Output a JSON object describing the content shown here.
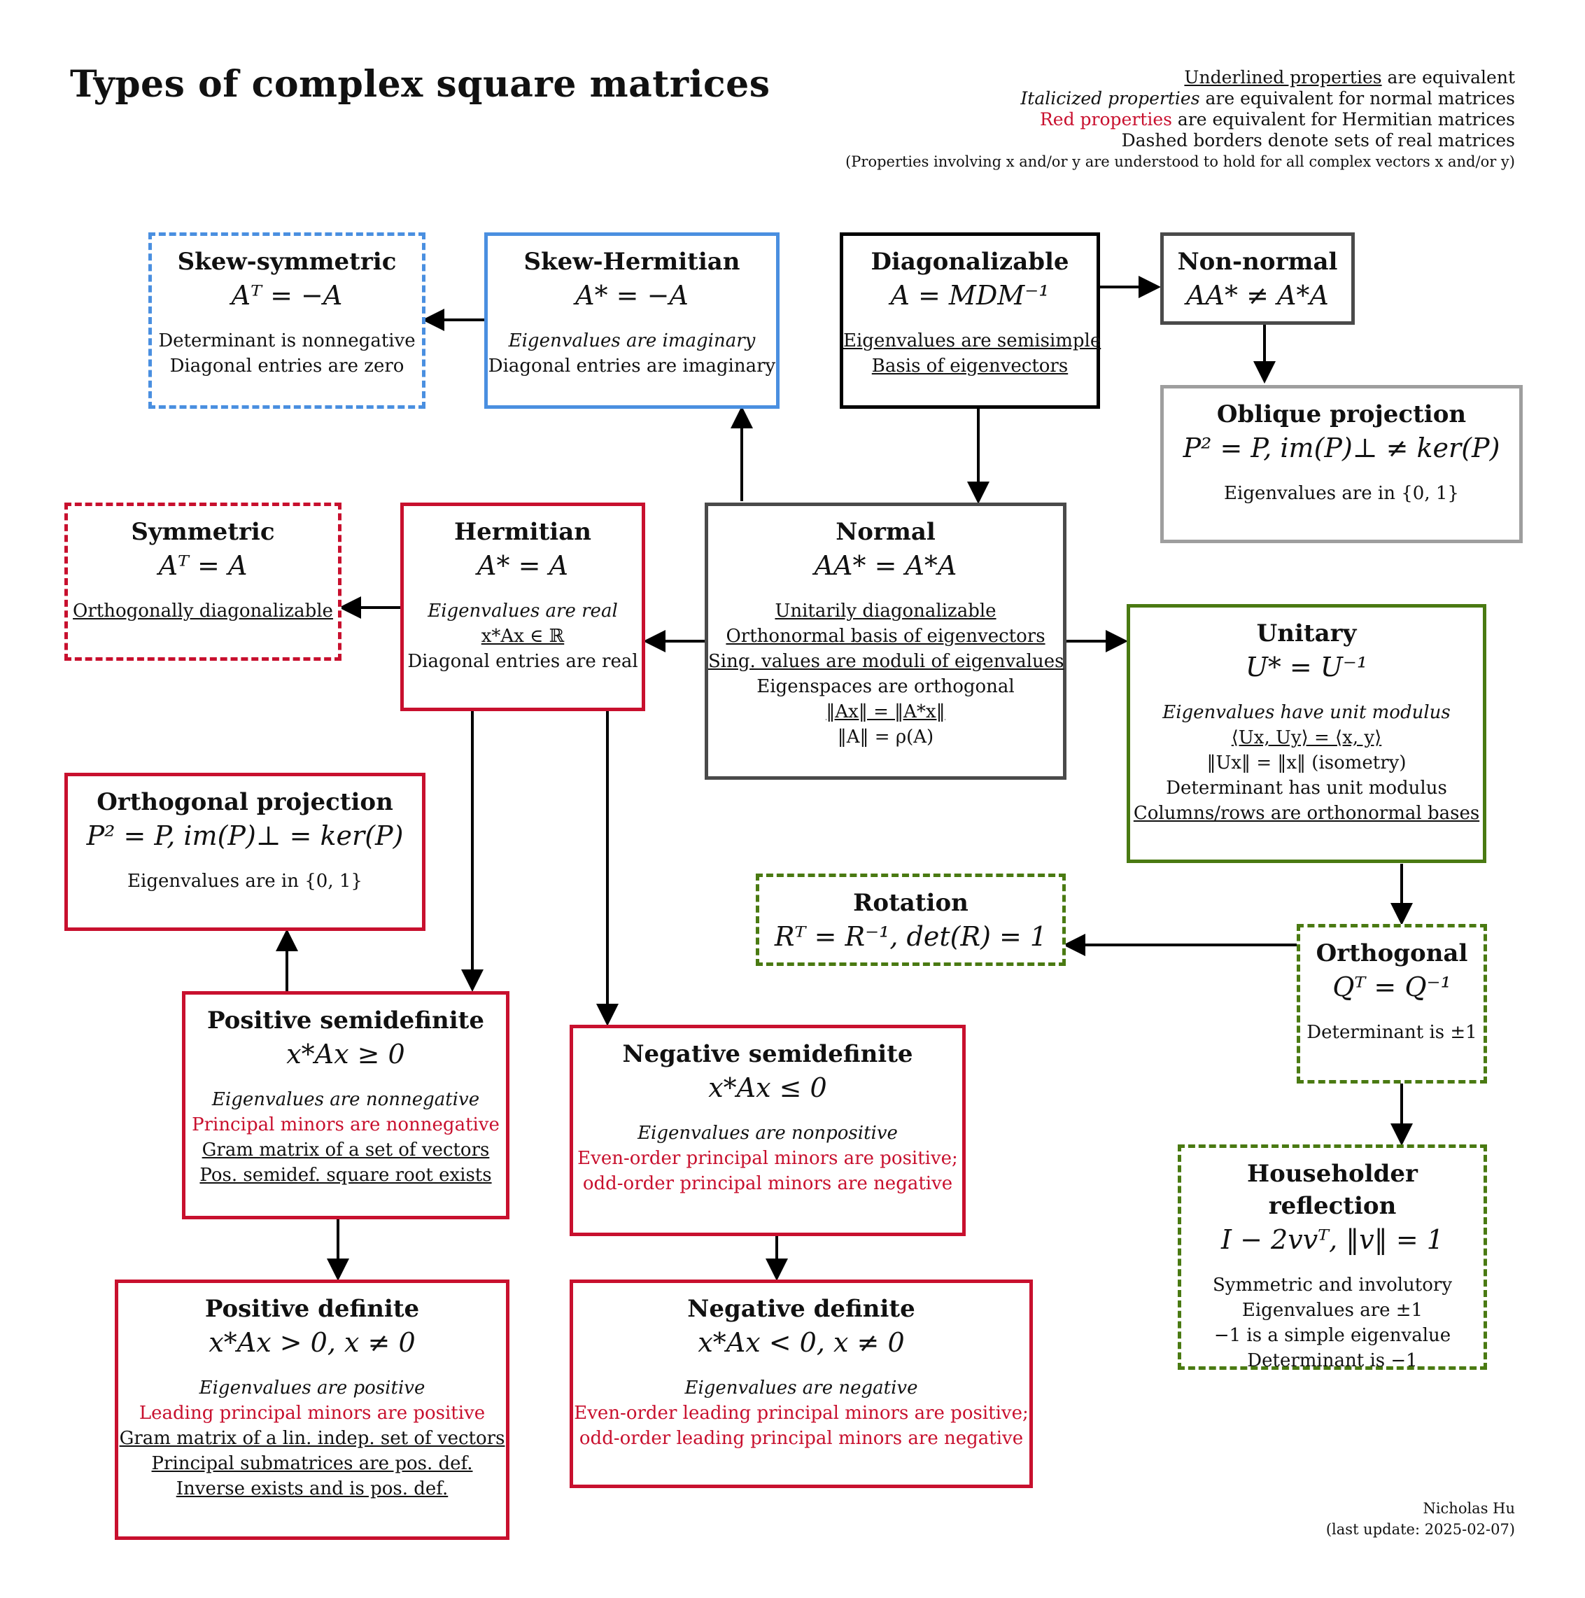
{
  "title": "Types of complex square matrices",
  "legend": {
    "underlined": [
      "Underlined properties",
      " are equivalent"
    ],
    "italic": [
      "Italicized properties",
      " are equivalent for normal matrices"
    ],
    "red": [
      "Red properties",
      " are equivalent for Hermitian matrices"
    ],
    "dashed": "Dashed borders denote sets of real matrices",
    "note": "(Properties involving x and/or y are understood to hold for all complex vectors x and/or y)"
  },
  "colors": {
    "red": "#c8102e",
    "blue": "#4a8fe0",
    "green": "#4a7a12",
    "dark_gray": "#4a4a4a",
    "light_gray": "#9e9e9e"
  },
  "boxes": {
    "skew_symmetric": {
      "title": "Skew-symmetric",
      "formula": "Aᵀ = −A",
      "props": [
        {
          "text": "Determinant is nonnegative",
          "style": "plain"
        },
        {
          "text": "Diagonal entries are zero",
          "style": "plain"
        }
      ]
    },
    "skew_hermitian": {
      "title": "Skew-Hermitian",
      "formula": "A* = −A",
      "props": [
        {
          "text": "Eigenvalues are imaginary",
          "style": "italic"
        },
        {
          "text": "Diagonal entries are imaginary",
          "style": "plain"
        }
      ]
    },
    "diagonalizable": {
      "title": "Diagonalizable",
      "formula": "A = MDM⁻¹",
      "props": [
        {
          "text": "Eigenvalues are semisimple",
          "style": "underline"
        },
        {
          "text": "Basis of eigenvectors",
          "style": "underline"
        }
      ]
    },
    "non_normal": {
      "title": "Non-normal",
      "formula": "AA* ≠ A*A",
      "props": []
    },
    "oblique_projection": {
      "title": "Oblique projection",
      "formula": "P² = P,  im(P)⊥ ≠ ker(P)",
      "props": [
        {
          "text": "Eigenvalues are in {0, 1}",
          "style": "plain"
        }
      ]
    },
    "symmetric": {
      "title": "Symmetric",
      "formula": "Aᵀ = A",
      "props": [
        {
          "text": "Orthogonally diagonalizable",
          "style": "underline"
        }
      ]
    },
    "hermitian": {
      "title": "Hermitian",
      "formula": "A* = A",
      "props": [
        {
          "text": "Eigenvalues are real",
          "style": "italic"
        },
        {
          "text": "x*Ax ∈ ℝ",
          "style": "underline"
        },
        {
          "text": "Diagonal entries are real",
          "style": "plain"
        }
      ]
    },
    "normal": {
      "title": "Normal",
      "formula": "AA* = A*A",
      "props": [
        {
          "text": "Unitarily diagonalizable",
          "style": "underline"
        },
        {
          "text": "Orthonormal basis of eigenvectors",
          "style": "underline"
        },
        {
          "text": "Sing. values are moduli of eigenvalues",
          "style": "underline"
        },
        {
          "text": "Eigenspaces are orthogonal",
          "style": "plain"
        },
        {
          "text": "‖Ax‖ = ‖A*x‖",
          "style": "underline"
        },
        {
          "text": "‖A‖ = ρ(A)",
          "style": "plain"
        }
      ]
    },
    "unitary": {
      "title": "Unitary",
      "formula": "U* = U⁻¹",
      "props": [
        {
          "text": "Eigenvalues have unit modulus",
          "style": "italic"
        },
        {
          "text": "⟨Ux, Uy⟩ = ⟨x, y⟩",
          "style": "underline"
        },
        {
          "text": "‖Ux‖ = ‖x‖ (isometry)",
          "style": "plain"
        },
        {
          "text": "Determinant has unit modulus",
          "style": "plain"
        },
        {
          "text": "Columns/rows are orthonormal bases",
          "style": "underline"
        }
      ]
    },
    "orthogonal_projection": {
      "title": "Orthogonal projection",
      "formula": "P² = P,  im(P)⊥ = ker(P)",
      "props": [
        {
          "text": "Eigenvalues are in {0, 1}",
          "style": "plain"
        }
      ]
    },
    "rotation": {
      "title": "Rotation",
      "formula": "Rᵀ = R⁻¹,  det(R) = 1",
      "props": []
    },
    "orthogonal": {
      "title": "Orthogonal",
      "formula": "Qᵀ = Q⁻¹",
      "props": [
        {
          "text": "Determinant is ±1",
          "style": "plain"
        }
      ]
    },
    "positive_semidefinite": {
      "title": "Positive semidefinite",
      "formula": "x*Ax ≥ 0",
      "props": [
        {
          "text": "Eigenvalues are nonnegative",
          "style": "italic"
        },
        {
          "text": "Principal minors are nonnegative",
          "style": "red"
        },
        {
          "text": "Gram matrix of a set of vectors",
          "style": "underline"
        },
        {
          "text": "Pos. semidef. square root exists",
          "style": "underline"
        }
      ]
    },
    "negative_semidefinite": {
      "title": "Negative semidefinite",
      "formula": "x*Ax ≤ 0",
      "props": [
        {
          "text": "Eigenvalues are nonpositive",
          "style": "italic"
        },
        {
          "text": "Even-order principal minors are positive;",
          "style": "red"
        },
        {
          "text": "odd-order principal minors are negative",
          "style": "red"
        }
      ]
    },
    "householder": {
      "title": "Householder reflection",
      "formula": "I − 2vvᵀ,  ‖v‖ = 1",
      "props": [
        {
          "text": "Symmetric and involutory",
          "style": "plain"
        },
        {
          "text": "Eigenvalues are ±1",
          "style": "plain"
        },
        {
          "text": "−1 is a simple eigenvalue",
          "style": "plain"
        },
        {
          "text": "Determinant is −1",
          "style": "plain"
        }
      ]
    },
    "positive_definite": {
      "title": "Positive definite",
      "formula": "x*Ax > 0,  x ≠ 0",
      "props": [
        {
          "text": "Eigenvalues are positive",
          "style": "italic"
        },
        {
          "text": "Leading principal minors are positive",
          "style": "red"
        },
        {
          "text": "Gram matrix of a lin. indep. set of vectors",
          "style": "underline"
        },
        {
          "text": "Principal submatrices are pos. def.",
          "style": "underline"
        },
        {
          "text": "Inverse exists and is pos. def.",
          "style": "underline"
        }
      ]
    },
    "negative_definite": {
      "title": "Negative definite",
      "formula": "x*Ax < 0,  x ≠ 0",
      "props": [
        {
          "text": "Eigenvalues are negative",
          "style": "italic"
        },
        {
          "text": "Even-order leading principal minors are positive;",
          "style": "red"
        },
        {
          "text": "odd-order leading principal minors are negative",
          "style": "red"
        }
      ]
    }
  },
  "credit": {
    "author": "Nicholas Hu",
    "update": "(last update: 2025-02-07)"
  }
}
